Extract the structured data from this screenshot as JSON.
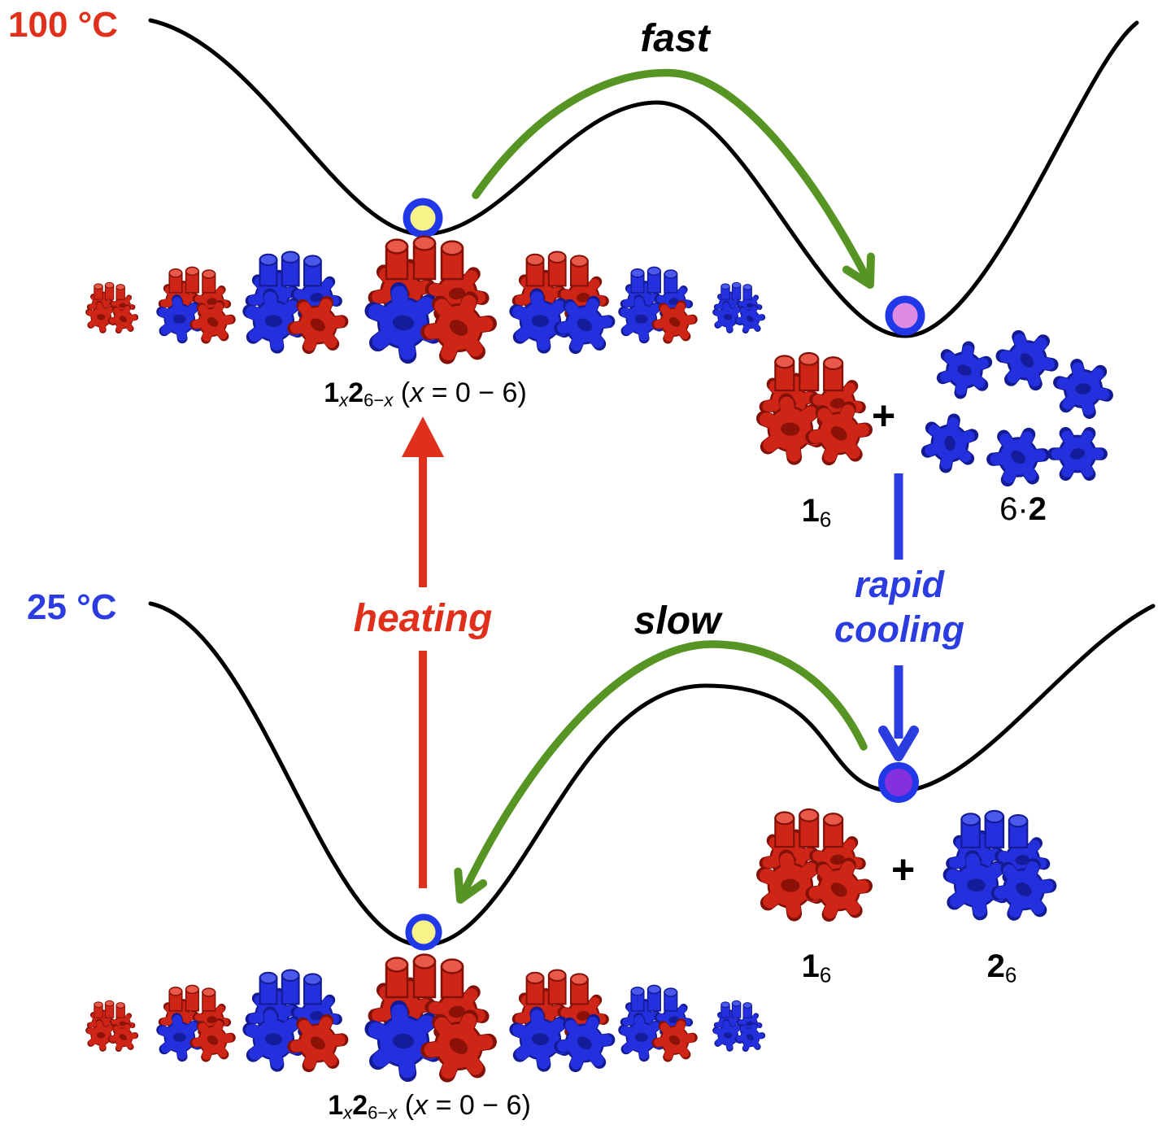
{
  "palette": {
    "text_red": "#e0301c",
    "text_blue": "#2b3ce0",
    "arrow_green": "#569424",
    "curve_black": "#000000",
    "state_yellow": "#f7f388",
    "state_pink": "#dd8ce2",
    "state_purple": "#8430dc",
    "state_ring_blue": "#2138e8",
    "gear_red": "#cf2517",
    "gear_red_dark": "#841107",
    "gear_red_light": "#e8594a",
    "gear_blue": "#2430dd",
    "gear_blue_dark": "#131b94",
    "gear_blue_light": "#4a58ec"
  },
  "labels": {
    "temp_top": "100 °C",
    "temp_bottom": "25 °C",
    "fast": "fast",
    "slow": "slow",
    "heating": "heating",
    "rapid_cooling_line1": "rapid",
    "rapid_cooling_line2": "cooling",
    "plus": "+",
    "formula": {
      "c1": "1",
      "s1": "x",
      "c2": "2",
      "s2a": "6−",
      "s2b": "x",
      "open": " (",
      "xvar": "x",
      "rest": " = 0 − 6)"
    },
    "red_hexamer": {
      "base": "1",
      "sub": "6"
    },
    "blue_hexamer": {
      "base": "2",
      "sub": "6"
    },
    "six_monomers": {
      "pre": "6·",
      "bold": "2"
    }
  }
}
